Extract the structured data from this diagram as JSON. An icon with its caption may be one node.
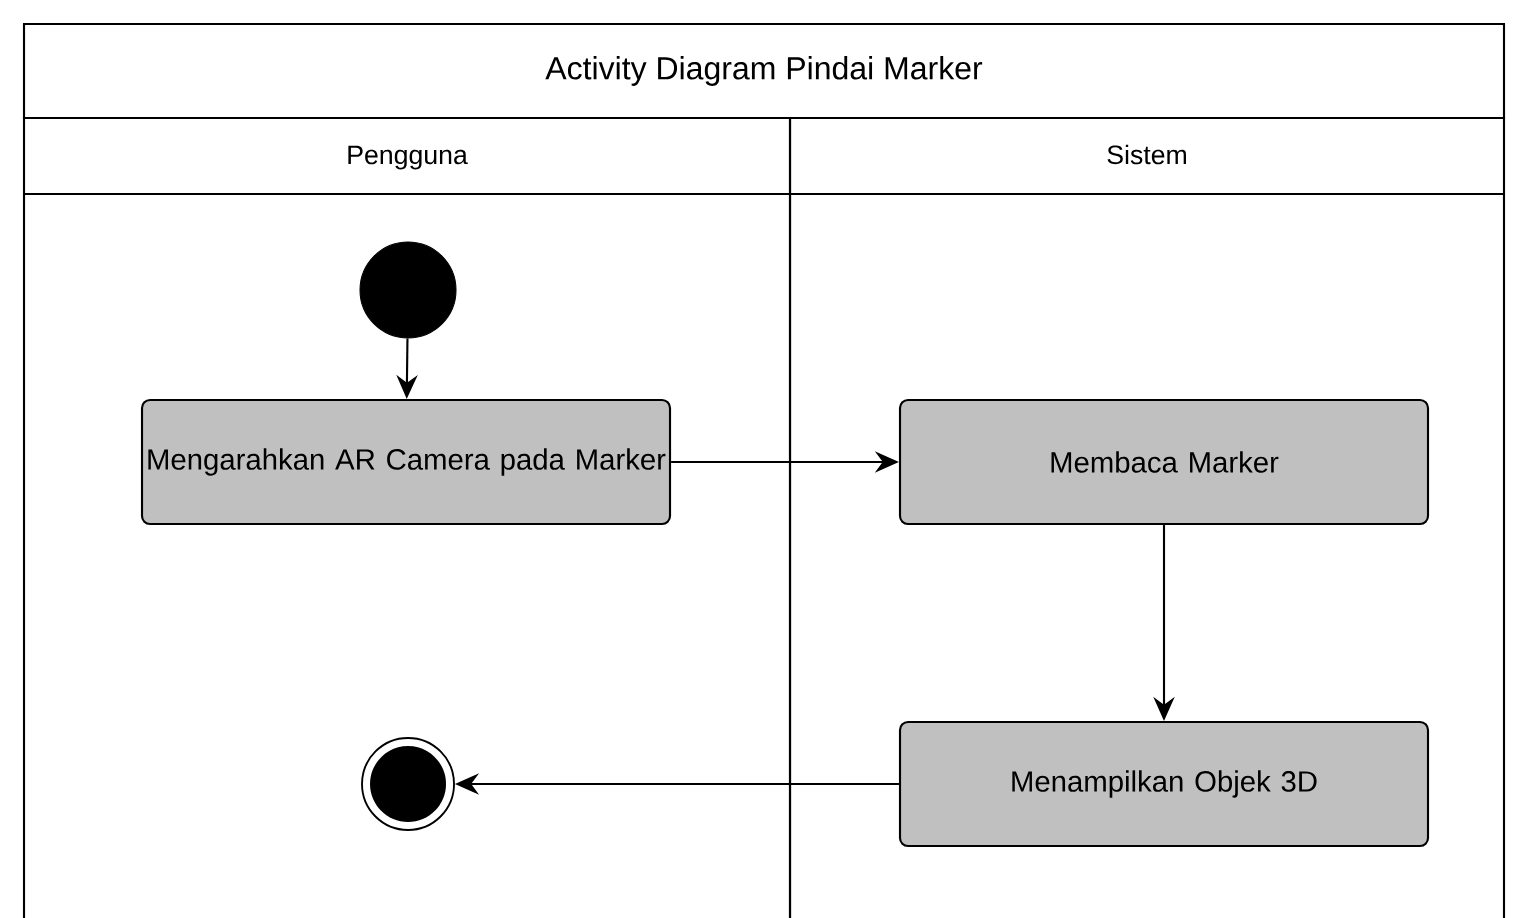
{
  "diagram": {
    "title": "Activity Diagram Pindai Marker",
    "nodes": [
      {
        "text": [
          "Pengguna"
        ]
      },
      {
        "text": [
          "Sistem"
        ]
      },
      {
        "text": [],
        "shape": "circle",
        "in": 0
      },
      {
        "text": [
          "Mengarahkan AR Camera pada Marker"
        ],
        "in": 0
      },
      {
        "text": [
          "Membaca Marker"
        ],
        "in": 1
      },
      {
        "text": [
          "Menampilkan Objek 3D"
        ],
        "in": 1
      },
      {
        "text": [],
        "shape": "bullseye",
        "in": 0
      }
    ],
    "edges": [
      {
        "from": 2,
        "to": 3,
        "arrow": "to"
      },
      {
        "from": 3,
        "to": 4,
        "arrow": "to"
      },
      {
        "from": 4,
        "to": 5,
        "arrow": "to"
      },
      {
        "from": 5,
        "to": 6,
        "arrow": "to"
      }
    ]
  }
}
